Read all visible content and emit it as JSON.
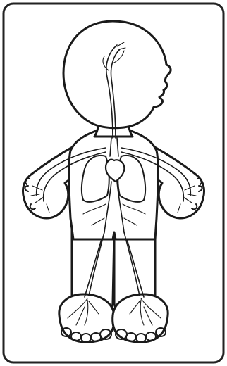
{
  "figure": {
    "subject": "child-circulatory-system",
    "colors": {
      "ink": "#1a1a1a",
      "paper": "#ffffff",
      "card_border": "#222222"
    },
    "parts": [
      "card-frame",
      "head",
      "torso",
      "left-arm",
      "right-arm",
      "left-leg",
      "right-leg",
      "left-foot",
      "right-foot",
      "heart",
      "left-lung",
      "right-lung",
      "brain-vessels",
      "arm-vessels",
      "leg-vessels"
    ]
  }
}
